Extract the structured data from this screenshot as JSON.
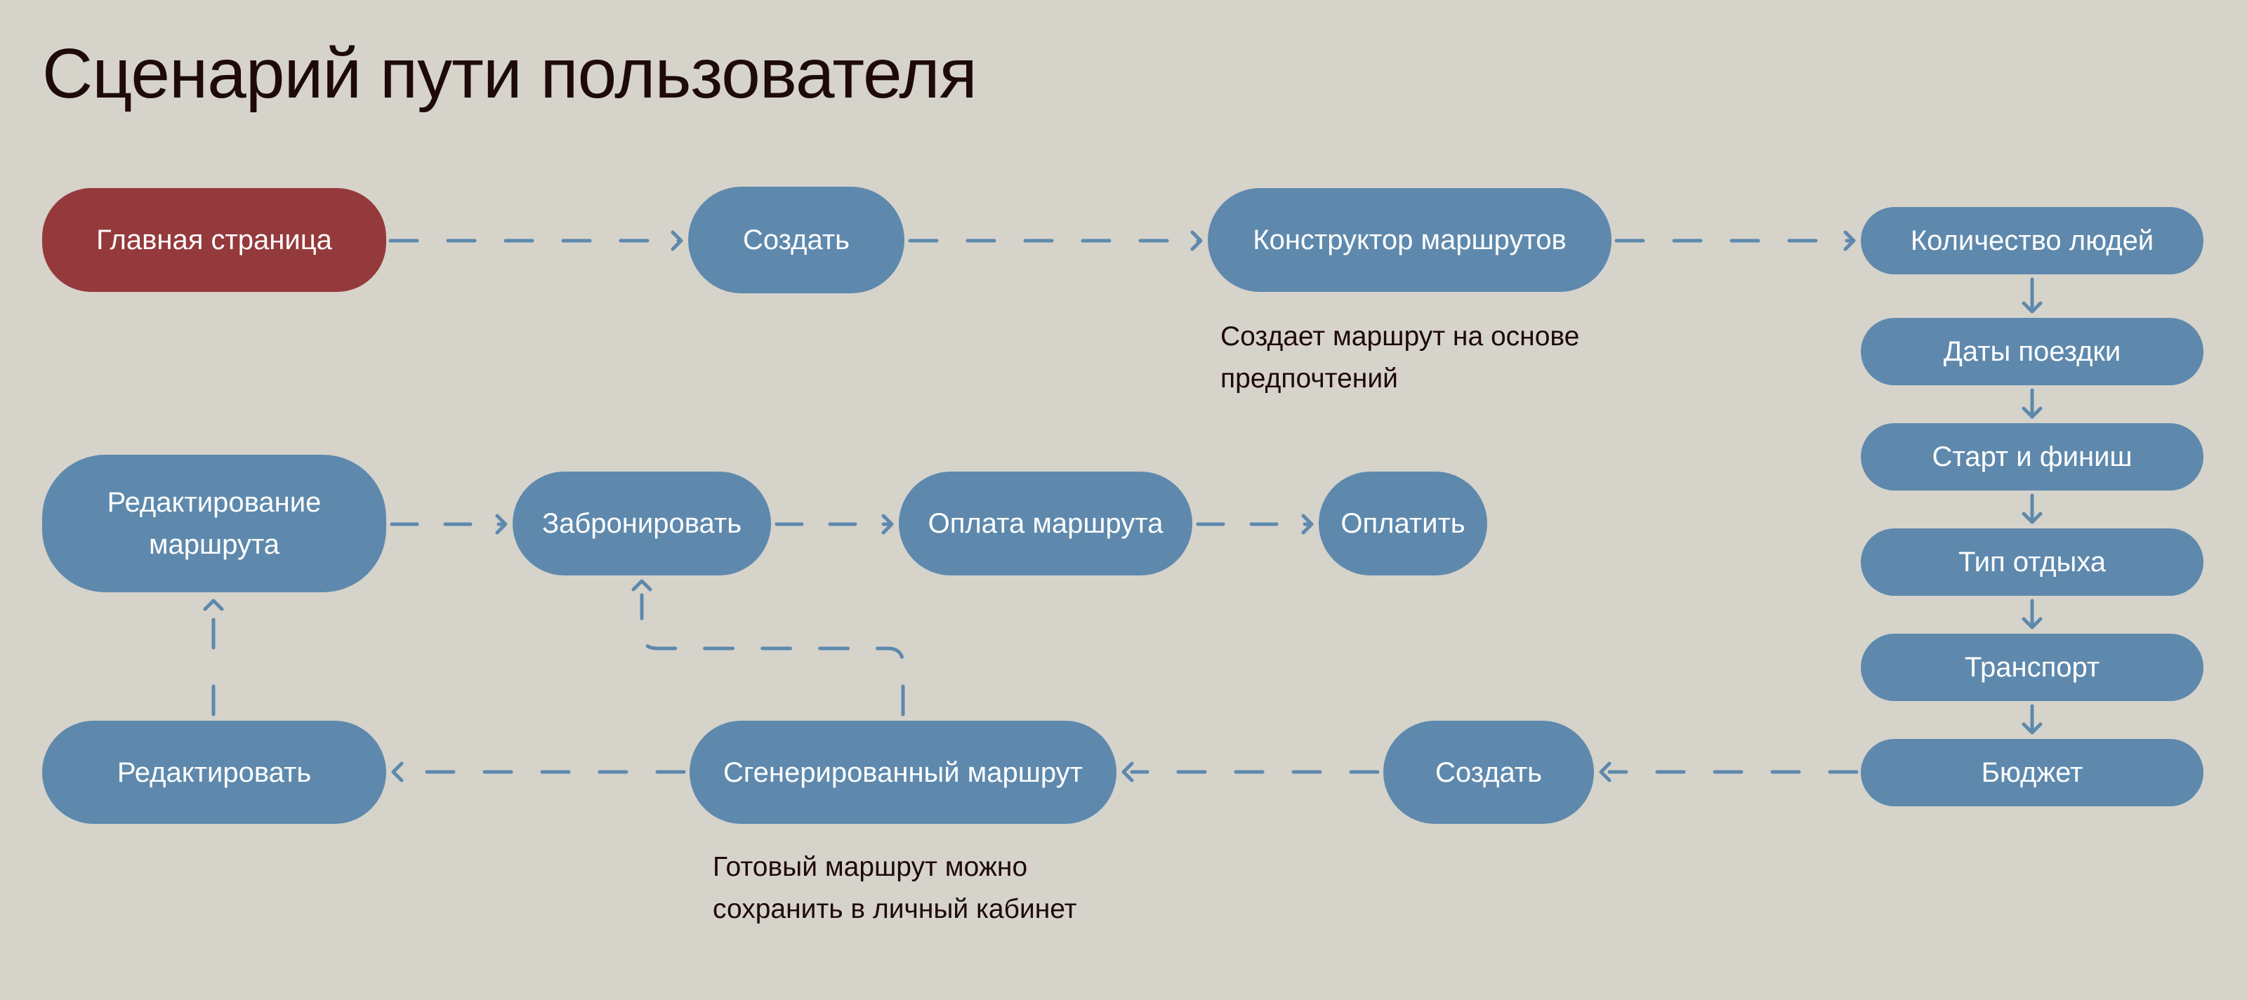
{
  "title": "Сценарий пути пользователя",
  "colors": {
    "background": "#D6D3CB",
    "node_blue": "#5E89AD",
    "node_red": "#953A3C",
    "node_text": "#FFFFFF",
    "title_text": "#1E0A0A",
    "connector": "#5E89AD"
  },
  "nodes": {
    "home": "Главная страница",
    "create_top": "Создать",
    "route_builder": "Конструктор маршрутов",
    "people_count": "Количество людей",
    "trip_dates": "Даты поездки",
    "start_finish": "Старт и финиш",
    "rest_type": "Тип отдыха",
    "transport": "Транспорт",
    "budget": "Бюджет",
    "create_bottom": "Создать",
    "generated_route": "Сгенерированный маршрут",
    "edit": "Редактировать",
    "route_editing": "Редактирование маршрута",
    "book": "Забронировать",
    "route_payment": "Оплата маршрута",
    "pay": "Оплатить"
  },
  "notes": {
    "builder_note_line1": "Создает маршрут на основе",
    "builder_note_line2": "предпочтений",
    "generated_note_line1": "Готовый маршрут можно",
    "generated_note_line2": "сохранить в личный кабинет"
  },
  "edges": [
    {
      "from": "Главная страница",
      "to": "Создать",
      "style": "dashed"
    },
    {
      "from": "Создать",
      "to": "Конструктор маршрутов",
      "style": "dashed"
    },
    {
      "from": "Конструктор маршрутов",
      "to": "Количество людей",
      "style": "dashed"
    },
    {
      "from": "Количество людей",
      "to": "Даты поездки",
      "style": "solid"
    },
    {
      "from": "Даты поездки",
      "to": "Старт и финиш",
      "style": "solid"
    },
    {
      "from": "Старт и финиш",
      "to": "Тип отдыха",
      "style": "solid"
    },
    {
      "from": "Тип отдыха",
      "to": "Транспорт",
      "style": "solid"
    },
    {
      "from": "Транспорт",
      "to": "Бюджет",
      "style": "solid"
    },
    {
      "from": "Бюджет",
      "to": "Создать",
      "style": "dashed"
    },
    {
      "from": "Создать",
      "to": "Сгенерированный маршрут",
      "style": "dashed"
    },
    {
      "from": "Сгенерированный маршрут",
      "to": "Редактировать",
      "style": "dashed"
    },
    {
      "from": "Сгенерированный маршрут",
      "to": "Забронировать",
      "style": "dashed"
    },
    {
      "from": "Редактировать",
      "to": "Редактирование маршрута",
      "style": "dashed"
    },
    {
      "from": "Редактирование маршрута",
      "to": "Забронировать",
      "style": "dashed"
    },
    {
      "from": "Забронировать",
      "to": "Оплата маршрута",
      "style": "dashed"
    },
    {
      "from": "Оплата маршрута",
      "to": "Оплатить",
      "style": "dashed"
    }
  ]
}
